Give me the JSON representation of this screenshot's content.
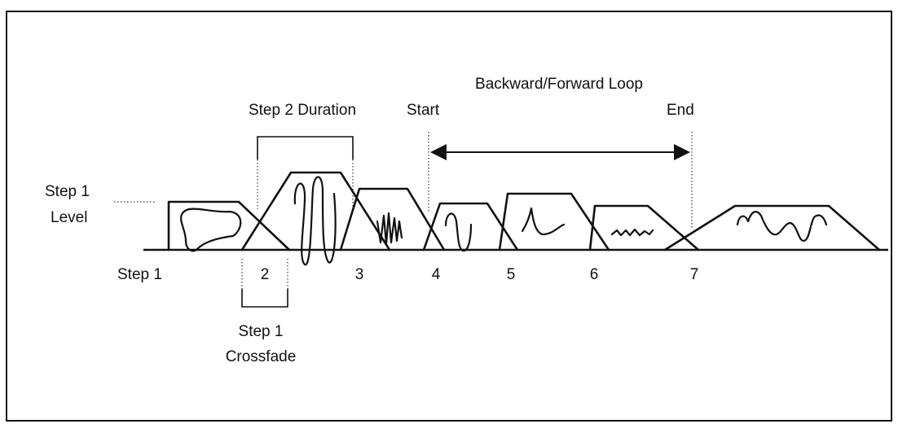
{
  "diagram": {
    "step_labels": [
      "Step 1",
      "2",
      "3",
      "4",
      "5",
      "6",
      "7"
    ],
    "step1_level_label": [
      "Step 1",
      "Level"
    ],
    "step1_crossfade_label": [
      "Step 1",
      "Crossfade"
    ],
    "step2_duration_label": "Step 2 Duration",
    "loop_title": "Backward/Forward Loop",
    "loop_start_label": "Start",
    "loop_end_label": "End"
  }
}
